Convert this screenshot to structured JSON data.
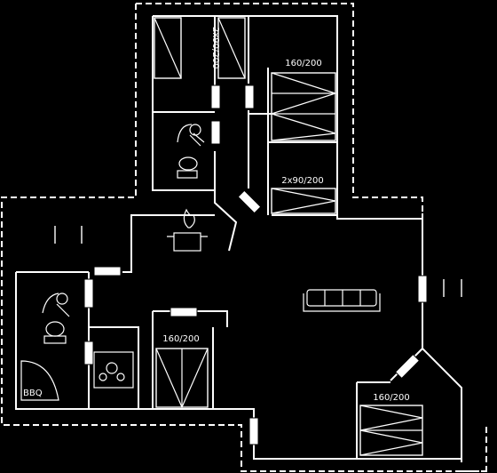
{
  "labels": {
    "bed_top_right": "160/200",
    "bed_top_vertical": "2x90/200",
    "bed_mid_right": "2x90/200",
    "bed_left": "160/200",
    "bed_bottom_right": "160/200",
    "bbq": "BBQ"
  },
  "icons": [
    "kitchen-hob-icon",
    "flame-icon",
    "shower-icon",
    "toilet-icon",
    "sofa-icon",
    "washing-machine-icon",
    "bbq-icon",
    "bed-icon",
    "door-icon"
  ],
  "colors": {
    "background": "#000000",
    "lines": "#ffffff"
  }
}
